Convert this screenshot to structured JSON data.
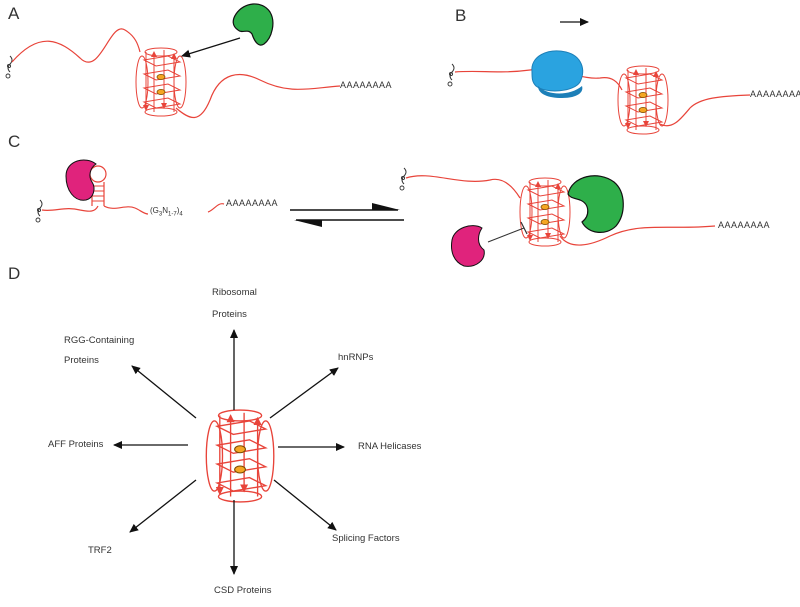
{
  "panels": {
    "a": "A",
    "b": "B",
    "c": "C",
    "d": "D"
  },
  "poly_a": "AAAAAAAA",
  "panel_c": {
    "motif_base": "(G",
    "motif_sub1": "3",
    "motif_mid": "N",
    "motif_sub2": "1-7",
    "motif_end": ")",
    "motif_sub3": "4"
  },
  "panel_d": {
    "ribosomal": [
      "Ribosomal",
      "Proteins"
    ],
    "rgg": [
      "RGG-Containing",
      "Proteins"
    ],
    "hnrnps": "hnRNPs",
    "aff": "AFF Proteins",
    "rna_helicases": "RNA Helicases",
    "trf2": "TRF2",
    "splicing": "Splicing Factors",
    "csd": "CSD Proteins"
  },
  "colors": {
    "rna": "#e8443a",
    "green_protein": "#2eaf4a",
    "ribosome": "#2aa3e0",
    "ribosome_dark": "#1c7fb8",
    "magenta_protein": "#e0237c",
    "k_ion": "#f5a623"
  }
}
